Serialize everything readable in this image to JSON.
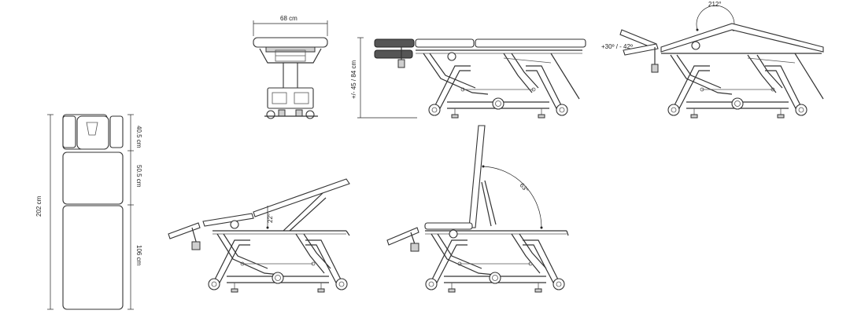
{
  "dimensions": {
    "width_top": "68 cm",
    "height_side": "+/- 45 / 84 cm",
    "angle_top": "212°",
    "angle_head": "+30º / - 42º",
    "section_head": "40.5 cm",
    "section_mid": "50.5 cm",
    "section_leg": "106 cm",
    "total_length": "202 cm",
    "angle_mid": "22°",
    "angle_back": "63°"
  },
  "colors": {
    "line": "#333333",
    "fill_dark": "#555555",
    "fill_light": "#cfcfcf"
  }
}
